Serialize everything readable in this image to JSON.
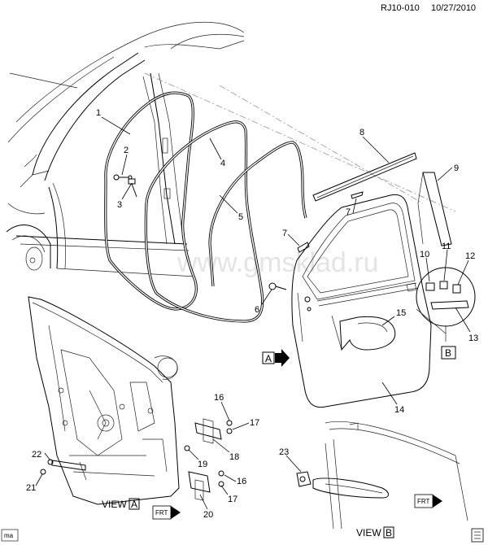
{
  "header": {
    "diagram_id": "RJ10-010",
    "date": "10/27/2010"
  },
  "watermark": "www.gmsklad.ru",
  "corner_label": "ma",
  "callouts": [
    "1",
    "2",
    "3",
    "4",
    "5",
    "6",
    "7",
    "7",
    "8",
    "9",
    "10",
    "11",
    "12",
    "13",
    "14",
    "15",
    "16",
    "16",
    "17",
    "17",
    "18",
    "19",
    "20",
    "21",
    "22",
    "23"
  ],
  "view_markers": {
    "a": "A",
    "b": "B"
  },
  "views": {
    "a": {
      "prefix": "VIEW",
      "letter": "A"
    },
    "b": {
      "prefix": "VIEW",
      "letter": "B"
    }
  },
  "front_badge": "FRT",
  "colors": {
    "line": "#000000",
    "watermark": "#cfcfcf"
  }
}
